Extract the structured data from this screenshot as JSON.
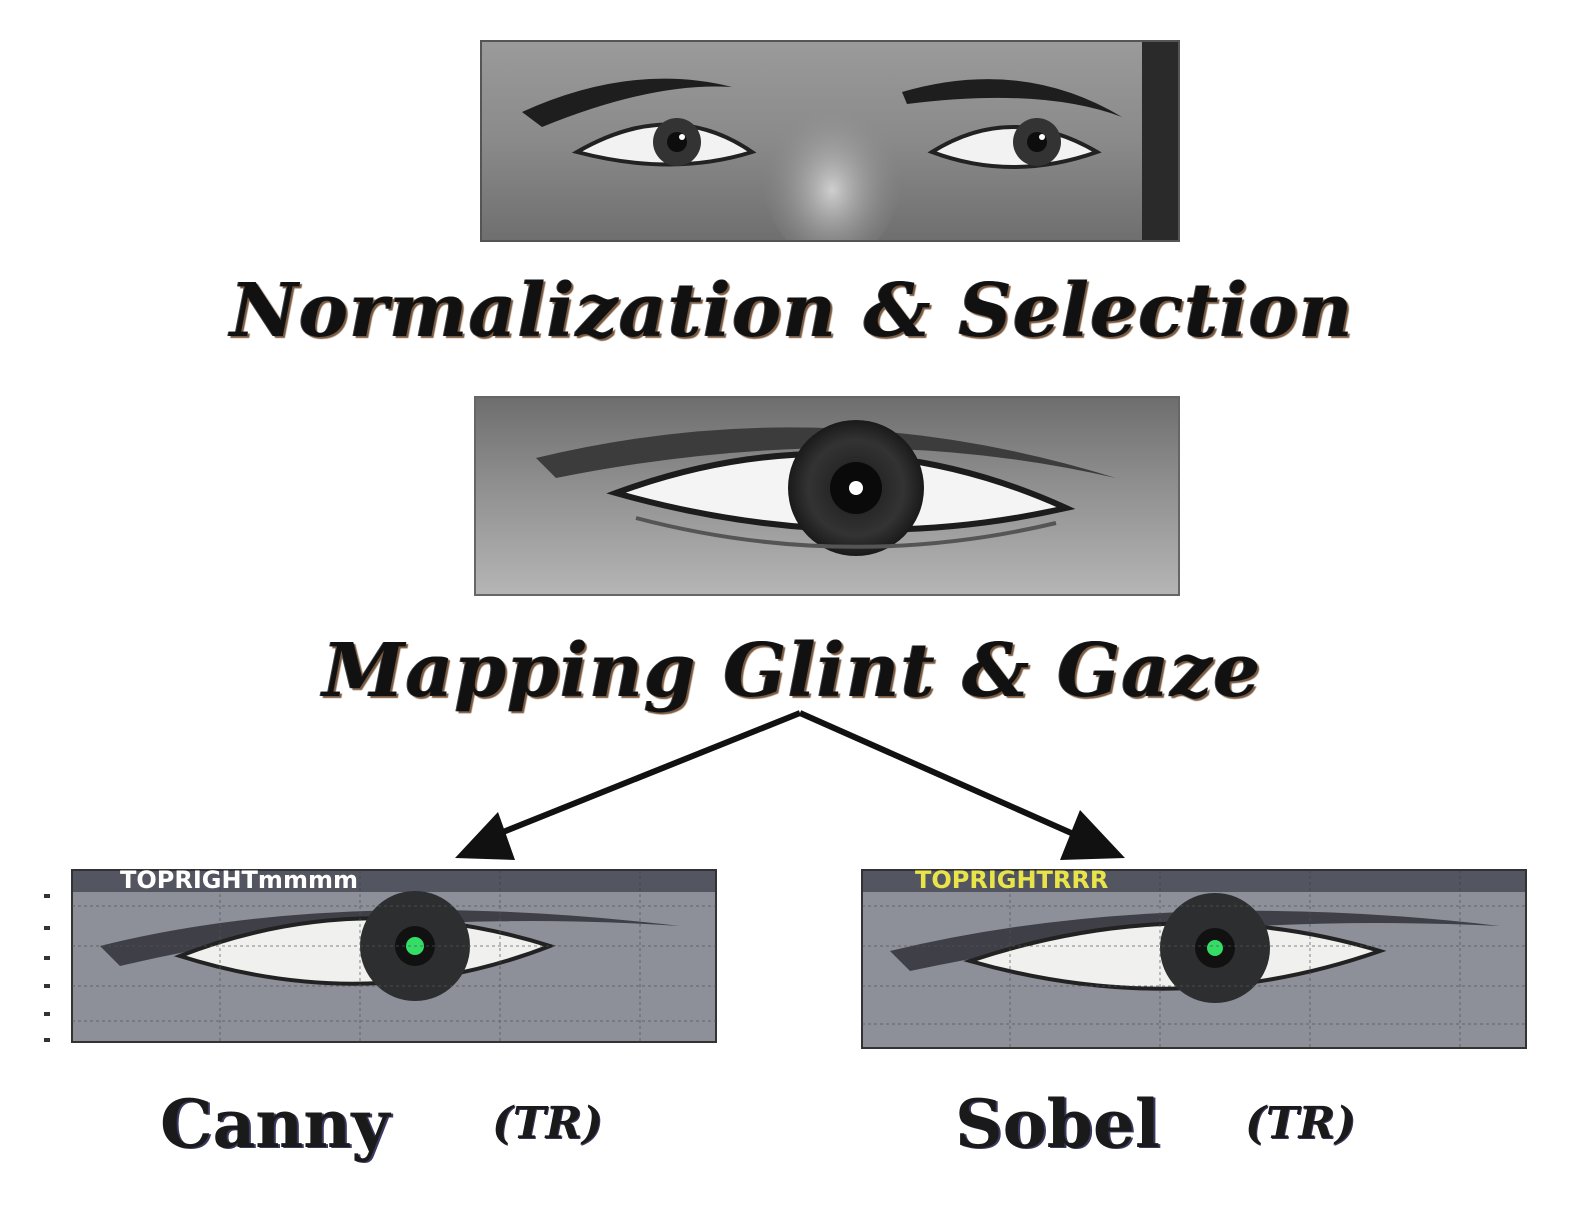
{
  "stages": {
    "normalization_label": "Normalization & Selection",
    "mapping_label": "Mapping Glint & Gaze"
  },
  "methods": [
    {
      "name": "Canny",
      "tag": "(TR)",
      "overlay_text": "TOPRIGHTmmmm",
      "overlay_color": "#ffffff"
    },
    {
      "name": "Sobel",
      "tag": "(TR)",
      "overlay_text": "TOPRIGHTRRR",
      "overlay_color": "#e8e44a"
    }
  ],
  "colors": {
    "arrow": "#111111",
    "glint": "#33dd66",
    "text": "#111111"
  }
}
